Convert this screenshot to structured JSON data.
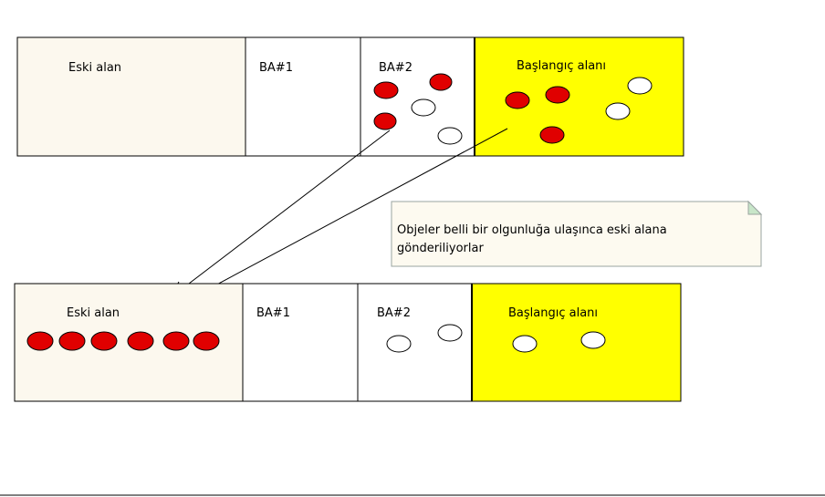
{
  "top_row": {
    "old_area": "Eski alan",
    "ba1": "BA#1",
    "ba2": "BA#2",
    "start_area": "Başlangıç alanı"
  },
  "bottom_row": {
    "old_area": "Eski alan",
    "ba1": "BA#1",
    "ba2": "BA#2",
    "start_area": "Başlangıç alanı"
  },
  "note": {
    "line1": "Objeler belli bir olgunluğa ulaşınca eski alana",
    "line2": "gönderiliyorlar"
  },
  "colors": {
    "old_area_fill": "#fcf8ee",
    "start_area_fill": "#ffff00",
    "object_mature": "#e00000",
    "object_new": "#ffffff",
    "note_fill": "#fdfaf0",
    "note_border": "#9aa4a0"
  }
}
